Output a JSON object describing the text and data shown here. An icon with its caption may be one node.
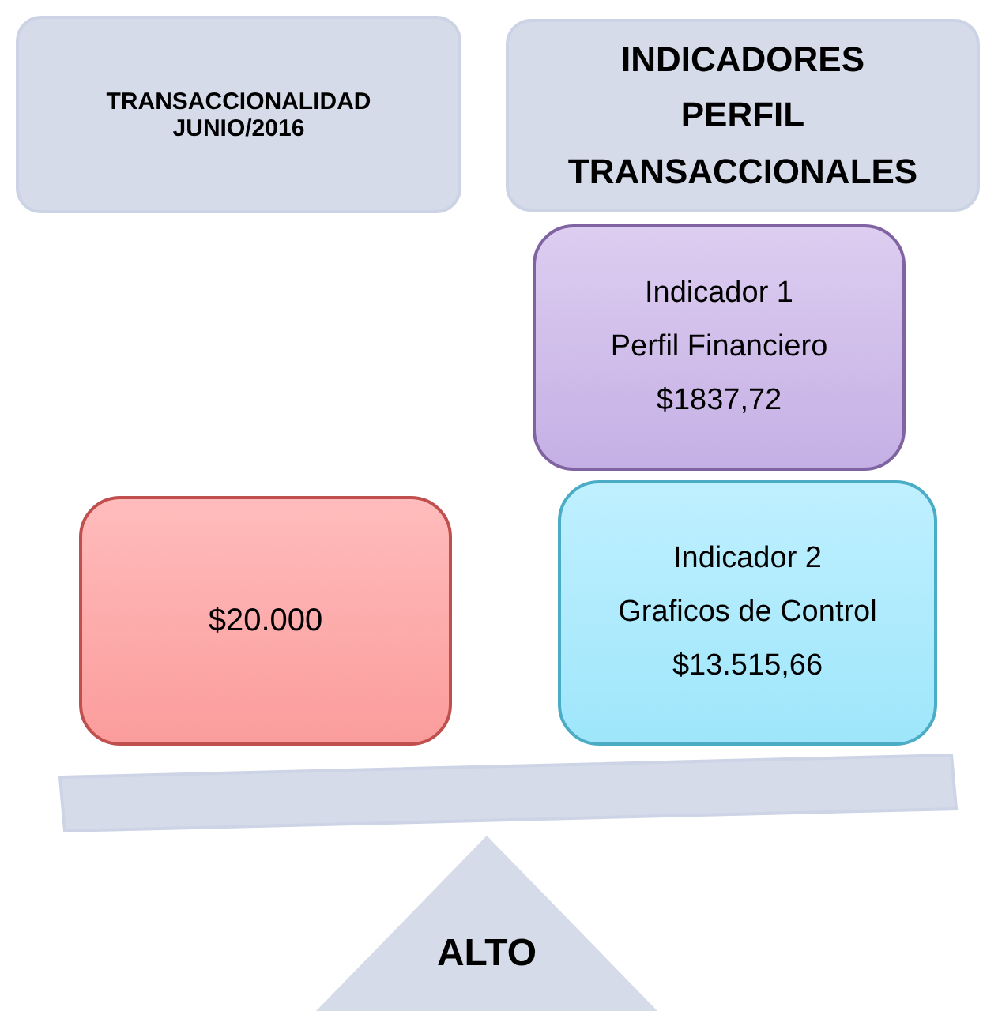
{
  "diagram": {
    "nodes": [
      {
        "text": [
          "TRANSACCIONALIDAD JUNIO/2016"
        ]
      },
      {
        "text": [
          "INDICADORES PERFIL TRANSACCIONALES"
        ]
      },
      {
        "text": [
          "Indicador 1",
          "Perfil Financiero",
          "$1837,72"
        ]
      },
      {
        "text": [
          "$20.000"
        ]
      },
      {
        "text": [
          "Indicador 2",
          "Graficos de Control",
          "$13.515,66"
        ]
      },
      {
        "text": [
          "ALTO"
        ]
      }
    ],
    "edges": []
  }
}
